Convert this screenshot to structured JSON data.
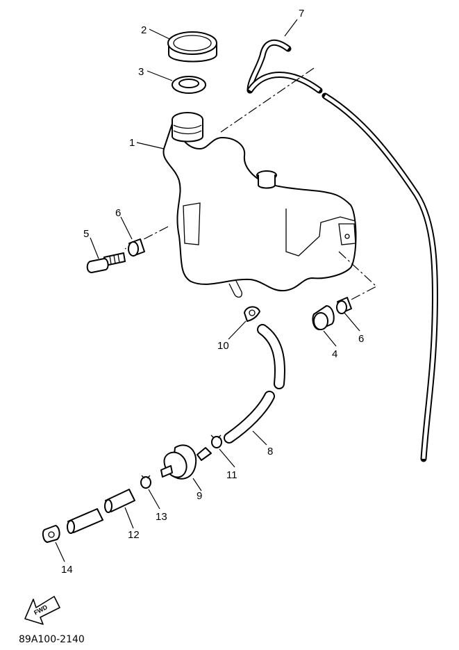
{
  "diagram": {
    "callouts": {
      "c1": "1",
      "c2": "2",
      "c3": "3",
      "c4": "4",
      "c5": "5",
      "c6a": "6",
      "c6b": "6",
      "c7": "7",
      "c8": "8",
      "c9": "9",
      "c10": "10",
      "c11": "11",
      "c12": "12",
      "c13": "13",
      "c14": "14"
    },
    "fwd_label": "FWD",
    "reference_code": "89A100-2140"
  }
}
